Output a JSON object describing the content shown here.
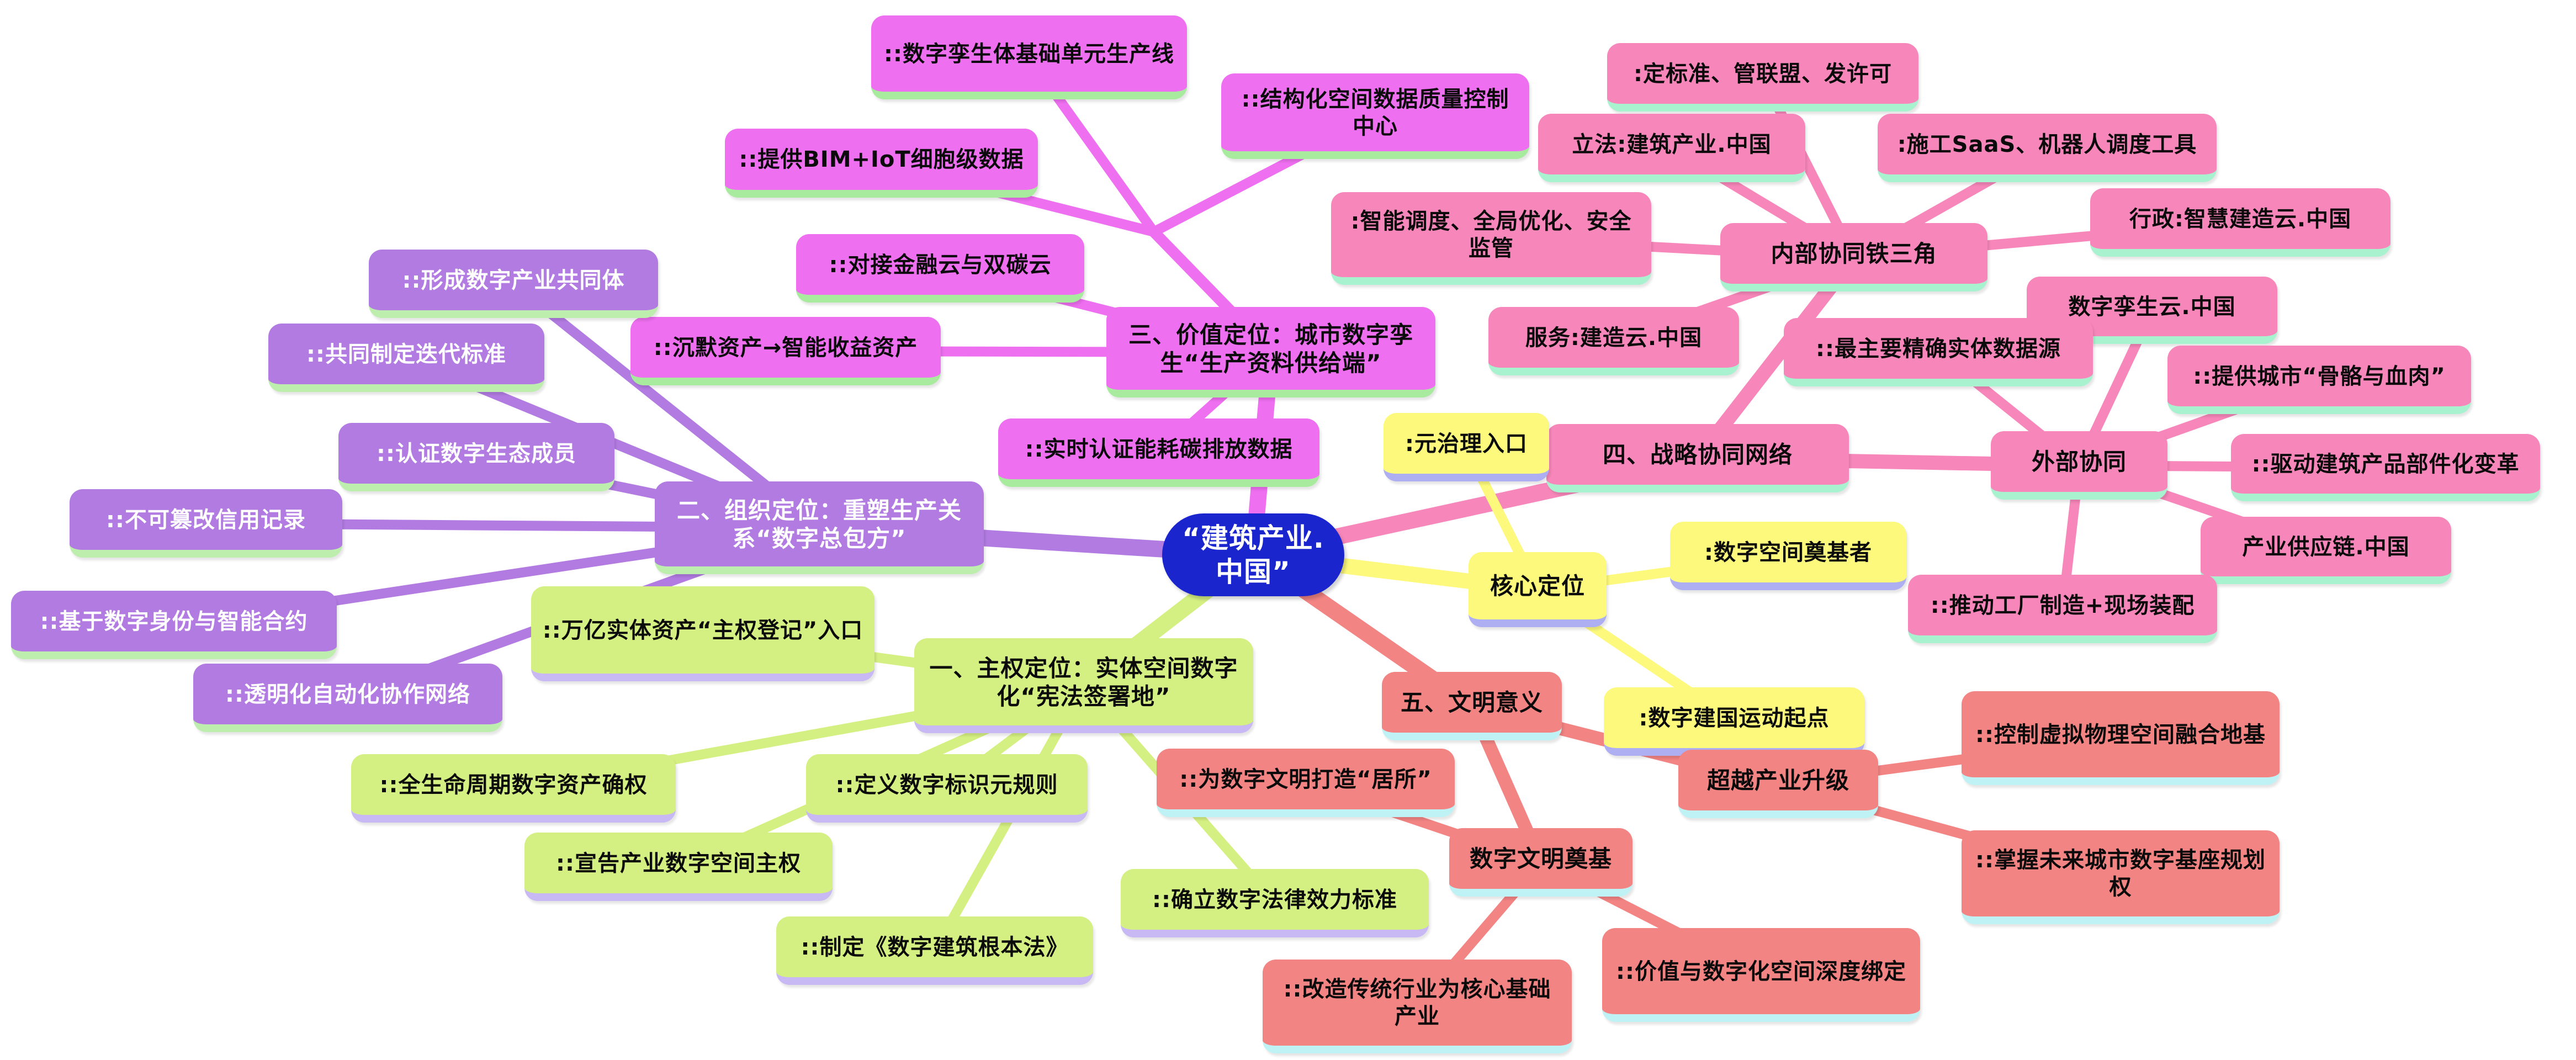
{
  "app": {
    "kind": "mind-map",
    "background": "#ffffff"
  },
  "colors": {
    "center_fill": "#1a25ce",
    "center_text": "#ffffff",
    "value_branch": "#ee6ff0",
    "value_underline": "#a9eb9e",
    "org_branch": "#b27be2",
    "org_underline": "#bdeeae",
    "sov_branch": "#d5f082",
    "sov_underline": "#c8b8f4",
    "strat_branch": "#f787ba",
    "strat_underline": "#a8f2d0",
    "core_branch": "#fcf97c",
    "core_underline": "#aeaef2",
    "civ_branch": "#f28483",
    "civ_underline": "#bff2f4",
    "node_text": "#0b0b0b"
  },
  "nodes": {
    "center": "“建筑产业.中国”",
    "value_hub": "三、价值定位：城市数字孪生“生产资料供给端”",
    "value_c1": "::数字孪生体基础单元生产线",
    "value_c2": "::结构化空间数据质量控制中心",
    "value_c3": "::提供BIM+IoT细胞级数据",
    "value_c4": "::对接金融云与双碳云",
    "value_c5": "::沉默资产→智能收益资产",
    "value_c6": "::实时认证能耗碳排放数据",
    "org_hub": "二、组织定位：重塑生产关系“数字总包方”",
    "org_c1": "::形成数字产业共同体",
    "org_c2": "::共同制定迭代标准",
    "org_c3": "::认证数字生态成员",
    "org_c4": "::不可篡改信用记录",
    "org_c5": "::基于数字身份与智能合约",
    "org_c6": "::透明化自动化协作网络",
    "sov_hub": "一、主权定位：实体空间数字化“宪法签署地”",
    "sov_c1": "::万亿实体资产“主权登记”入口",
    "sov_c2": "::全生命周期数字资产确权",
    "sov_c3": "::定义数字标识元规则",
    "sov_c4": "::宣告产业数字空间主权",
    "sov_c5": "::制定《数字建筑根本法》",
    "sov_c6": "::确立数字法律效力标准",
    "strat_hub": "四、战略协同网络",
    "inner_hub": "内部协同铁三角",
    "inner_c1": ":定标准、管联盟、发许可",
    "inner_c2": "立法:建筑产业.中国",
    "inner_c3": ":施工SaaS、机器人调度工具",
    "inner_c4": ":智能调度、全局优化、安全监管",
    "inner_c5": "行政:智慧建造云.中国",
    "inner_c6": "服务:建造云.中国",
    "outer_hub": "外部协同",
    "outer_c1": "数字孪生云.中国",
    "outer_c2": "::最主要精确实体数据源",
    "outer_c3": "::提供城市“骨骼与血肉”",
    "outer_c4": "::驱动建筑产品部件化变革",
    "outer_c5": "产业供应链.中国",
    "outer_c6": "::推动工厂制造+现场装配",
    "core_hub": "核心定位",
    "core_c1": ":元治理入口",
    "core_c2": ":数字空间奠基者",
    "core_c3": ":数字建国运动起点",
    "civ_hub": "五、文明意义",
    "civ_m1": "超越产业升级",
    "civ_c1": "::控制虚拟物理空间融合地基",
    "civ_c2": "::掌握未来城市数字基座规划权",
    "civ_m2": "数字文明奠基",
    "civ_c3": "::为数字文明打造“居所”",
    "civ_c4": "::改造传统行业为核心基础产业",
    "civ_c5": "::价值与数字化空间深度绑定"
  },
  "edges": [
    [
      "center",
      "value_hub"
    ],
    [
      "value_hub",
      "value_c1"
    ],
    [
      "value_hub",
      "value_c2"
    ],
    [
      "value_hub",
      "value_c3"
    ],
    [
      "value_hub",
      "value_c4"
    ],
    [
      "value_hub",
      "value_c5"
    ],
    [
      "value_hub",
      "value_c6"
    ],
    [
      "center",
      "org_hub"
    ],
    [
      "org_hub",
      "org_c1"
    ],
    [
      "org_hub",
      "org_c2"
    ],
    [
      "org_hub",
      "org_c3"
    ],
    [
      "org_hub",
      "org_c4"
    ],
    [
      "org_hub",
      "org_c5"
    ],
    [
      "org_hub",
      "org_c6"
    ],
    [
      "center",
      "sov_hub"
    ],
    [
      "sov_hub",
      "sov_c1"
    ],
    [
      "sov_hub",
      "sov_c2"
    ],
    [
      "sov_hub",
      "sov_c3"
    ],
    [
      "sov_hub",
      "sov_c4"
    ],
    [
      "sov_hub",
      "sov_c5"
    ],
    [
      "sov_hub",
      "sov_c6"
    ],
    [
      "center",
      "strat_hub"
    ],
    [
      "strat_hub",
      "inner_hub"
    ],
    [
      "strat_hub",
      "outer_hub"
    ],
    [
      "inner_hub",
      "inner_c1"
    ],
    [
      "inner_hub",
      "inner_c2"
    ],
    [
      "inner_hub",
      "inner_c3"
    ],
    [
      "inner_hub",
      "inner_c4"
    ],
    [
      "inner_hub",
      "inner_c5"
    ],
    [
      "inner_hub",
      "inner_c6"
    ],
    [
      "outer_hub",
      "outer_c1"
    ],
    [
      "outer_hub",
      "outer_c2"
    ],
    [
      "outer_hub",
      "outer_c3"
    ],
    [
      "outer_hub",
      "outer_c4"
    ],
    [
      "outer_hub",
      "outer_c5"
    ],
    [
      "outer_hub",
      "outer_c6"
    ],
    [
      "center",
      "core_hub"
    ],
    [
      "core_hub",
      "core_c1"
    ],
    [
      "core_hub",
      "core_c2"
    ],
    [
      "core_hub",
      "core_c3"
    ],
    [
      "center",
      "civ_hub"
    ],
    [
      "civ_hub",
      "civ_m1"
    ],
    [
      "civ_hub",
      "civ_m2"
    ],
    [
      "civ_m1",
      "civ_c1"
    ],
    [
      "civ_m1",
      "civ_c2"
    ],
    [
      "civ_m2",
      "civ_c3"
    ],
    [
      "civ_m2",
      "civ_c4"
    ],
    [
      "civ_m2",
      "civ_c5"
    ]
  ]
}
